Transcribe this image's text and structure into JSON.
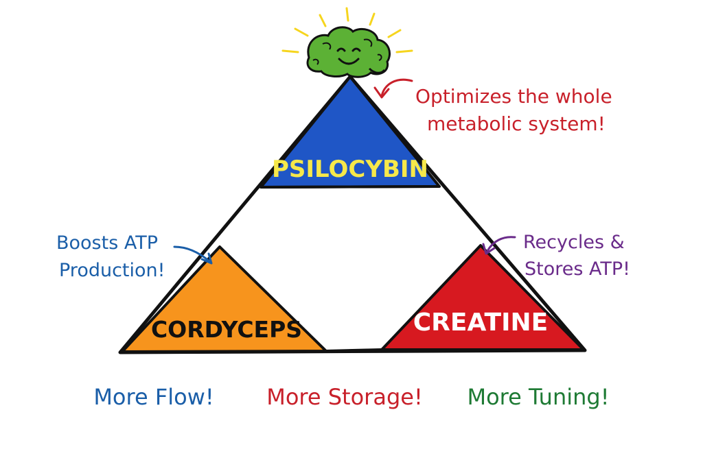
{
  "diagram": {
    "nodes": {
      "top": {
        "label": "PSILOCYBIN",
        "fill": "#1f56c6",
        "text_color": "#f6e84a"
      },
      "left": {
        "label": "CORDYCEPS",
        "fill": "#f7941d",
        "text_color": "#111111"
      },
      "right": {
        "label": "CREATINE",
        "fill": "#d71920",
        "text_color": "#ffffff"
      }
    },
    "annotations": {
      "top": {
        "lines": [
          "Optimizes the whole",
          "metabolic system!"
        ],
        "color": "#c8202a"
      },
      "left": {
        "lines": [
          "Boosts ATP",
          "Production!"
        ],
        "color": "#1a5ea8"
      },
      "right": {
        "lines": [
          "Recycles &",
          "Stores ATP!"
        ],
        "color": "#6a2b8a"
      }
    },
    "footer": [
      {
        "text": "More Flow!",
        "color": "#1a5ea8"
      },
      {
        "text": "More Storage!",
        "color": "#c8202a"
      },
      {
        "text": "More Tuning!",
        "color": "#1e7a34"
      }
    ],
    "icon": {
      "name": "smiling-brain-icon",
      "color": "#5cb135",
      "ray_color": "#f6d51e"
    },
    "outline_color": "#111111"
  }
}
